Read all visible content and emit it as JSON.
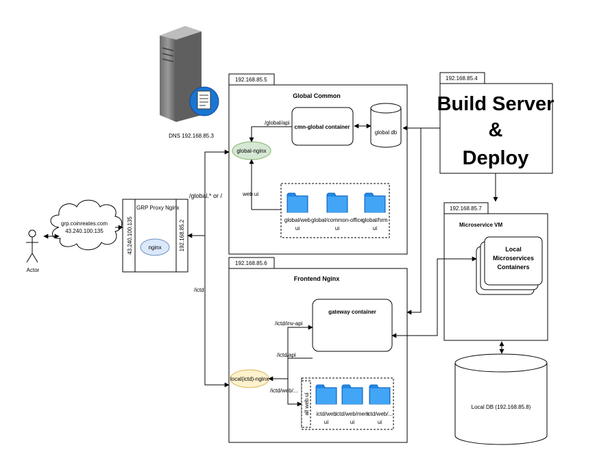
{
  "dns": {
    "label": "DNS 192.168.85.3"
  },
  "actor": {
    "label": "Actor"
  },
  "cloud": {
    "line1": "grp.coinreates.com",
    "line2": "43.240.100.135"
  },
  "proxy": {
    "title": "GRP Proxy Nginx",
    "left_ip": "43.240.100.135",
    "right_ip": "192.168.85.2",
    "nginx": "nginx"
  },
  "routes": {
    "global": "/global.* or /",
    "ictd": "/ictd"
  },
  "global_common": {
    "ip": "192.168.85.5",
    "title": "Global Common",
    "nginx": "global-nginx",
    "api_label": "/global/api",
    "container": "cmn-global container",
    "db": "global db",
    "webui_label": "web ui",
    "folders": [
      {
        "line1": "global/web",
        "line2": "ui"
      },
      {
        "line1": "global/common-office",
        "line2": "ui"
      },
      {
        "line1": "global/hrm",
        "line2": "ui"
      }
    ]
  },
  "build_server": {
    "ip": "192.168.85.4",
    "line1": "Build Server",
    "line2": "&",
    "line3": "Deploy"
  },
  "microservice_vm": {
    "ip": "192.168.85.7",
    "title": "Microservice VM",
    "line1": "Local",
    "line2": "Microservices",
    "line3": "Containers"
  },
  "frontend": {
    "ip": "192.168.85.6",
    "title": "Frontend Nginx",
    "gateway": "gateway container",
    "nginx": "local(ictd)-nginx",
    "inv_api": "/ictd/inv-api",
    "api": "/ictd/api",
    "web": "/ictd/web/...",
    "all_web_ui": "all web ui",
    "folders": [
      {
        "line1": "ictd/web",
        "line2": "ui"
      },
      {
        "line1": "ictd/web/mem",
        "line2": "ui"
      },
      {
        "line1": "ictd/web/...",
        "line2": "ui"
      }
    ]
  },
  "local_db": {
    "label": "Local DB (192.168.85.8)"
  }
}
